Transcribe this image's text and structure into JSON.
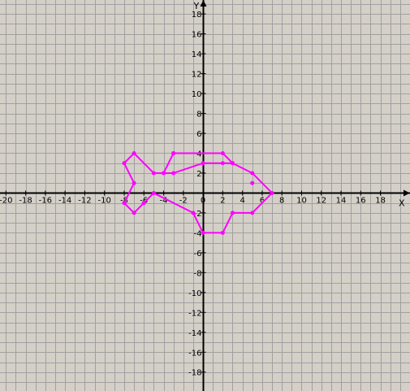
{
  "chart_data": {
    "type": "scatter",
    "title": "",
    "xlabel": "X",
    "ylabel": "Y",
    "xlim": [
      -20.6,
      21.0
    ],
    "ylim": [
      -19.9,
      19.4
    ],
    "grid": true,
    "grid_minor_step": 1,
    "tick_step": 2,
    "x_ticks": [
      -20,
      -18,
      -16,
      -14,
      -12,
      -10,
      -8,
      -6,
      -4,
      -2,
      0,
      2,
      4,
      6,
      8,
      10,
      12,
      14,
      16,
      18
    ],
    "y_ticks": [
      18,
      16,
      14,
      12,
      10,
      8,
      6,
      4,
      2,
      -2,
      -4,
      -6,
      -8,
      -10,
      -12,
      -14,
      -16,
      -18
    ],
    "colors": {
      "background": "#d4d0c8",
      "grid": "#a0a0a0",
      "axis": "#000000",
      "shape": "#ff00ff"
    },
    "series": [
      {
        "points": [
          [
            -3,
            4
          ],
          [
            2,
            4
          ],
          [
            3,
            3
          ],
          [
            5,
            2
          ],
          [
            7,
            0
          ],
          [
            5,
            -2
          ],
          [
            3,
            -2
          ],
          [
            2,
            -4
          ],
          [
            0,
            -4
          ],
          [
            -1,
            -2
          ],
          [
            -5,
            0
          ],
          [
            -6,
            -1
          ],
          [
            -7,
            -2
          ],
          [
            -8,
            -1
          ],
          [
            -7,
            1
          ],
          [
            -8,
            3
          ],
          [
            -7,
            4
          ],
          [
            -5,
            2
          ],
          [
            -4,
            2
          ],
          [
            -3,
            4
          ]
        ],
        "closed": true
      },
      {
        "points": [
          [
            -4,
            2
          ],
          [
            -3,
            2
          ],
          [
            0,
            3
          ],
          [
            2,
            3
          ],
          [
            3,
            3
          ]
        ],
        "closed": false
      }
    ],
    "extra_points": [
      [
        5,
        1
      ]
    ]
  }
}
